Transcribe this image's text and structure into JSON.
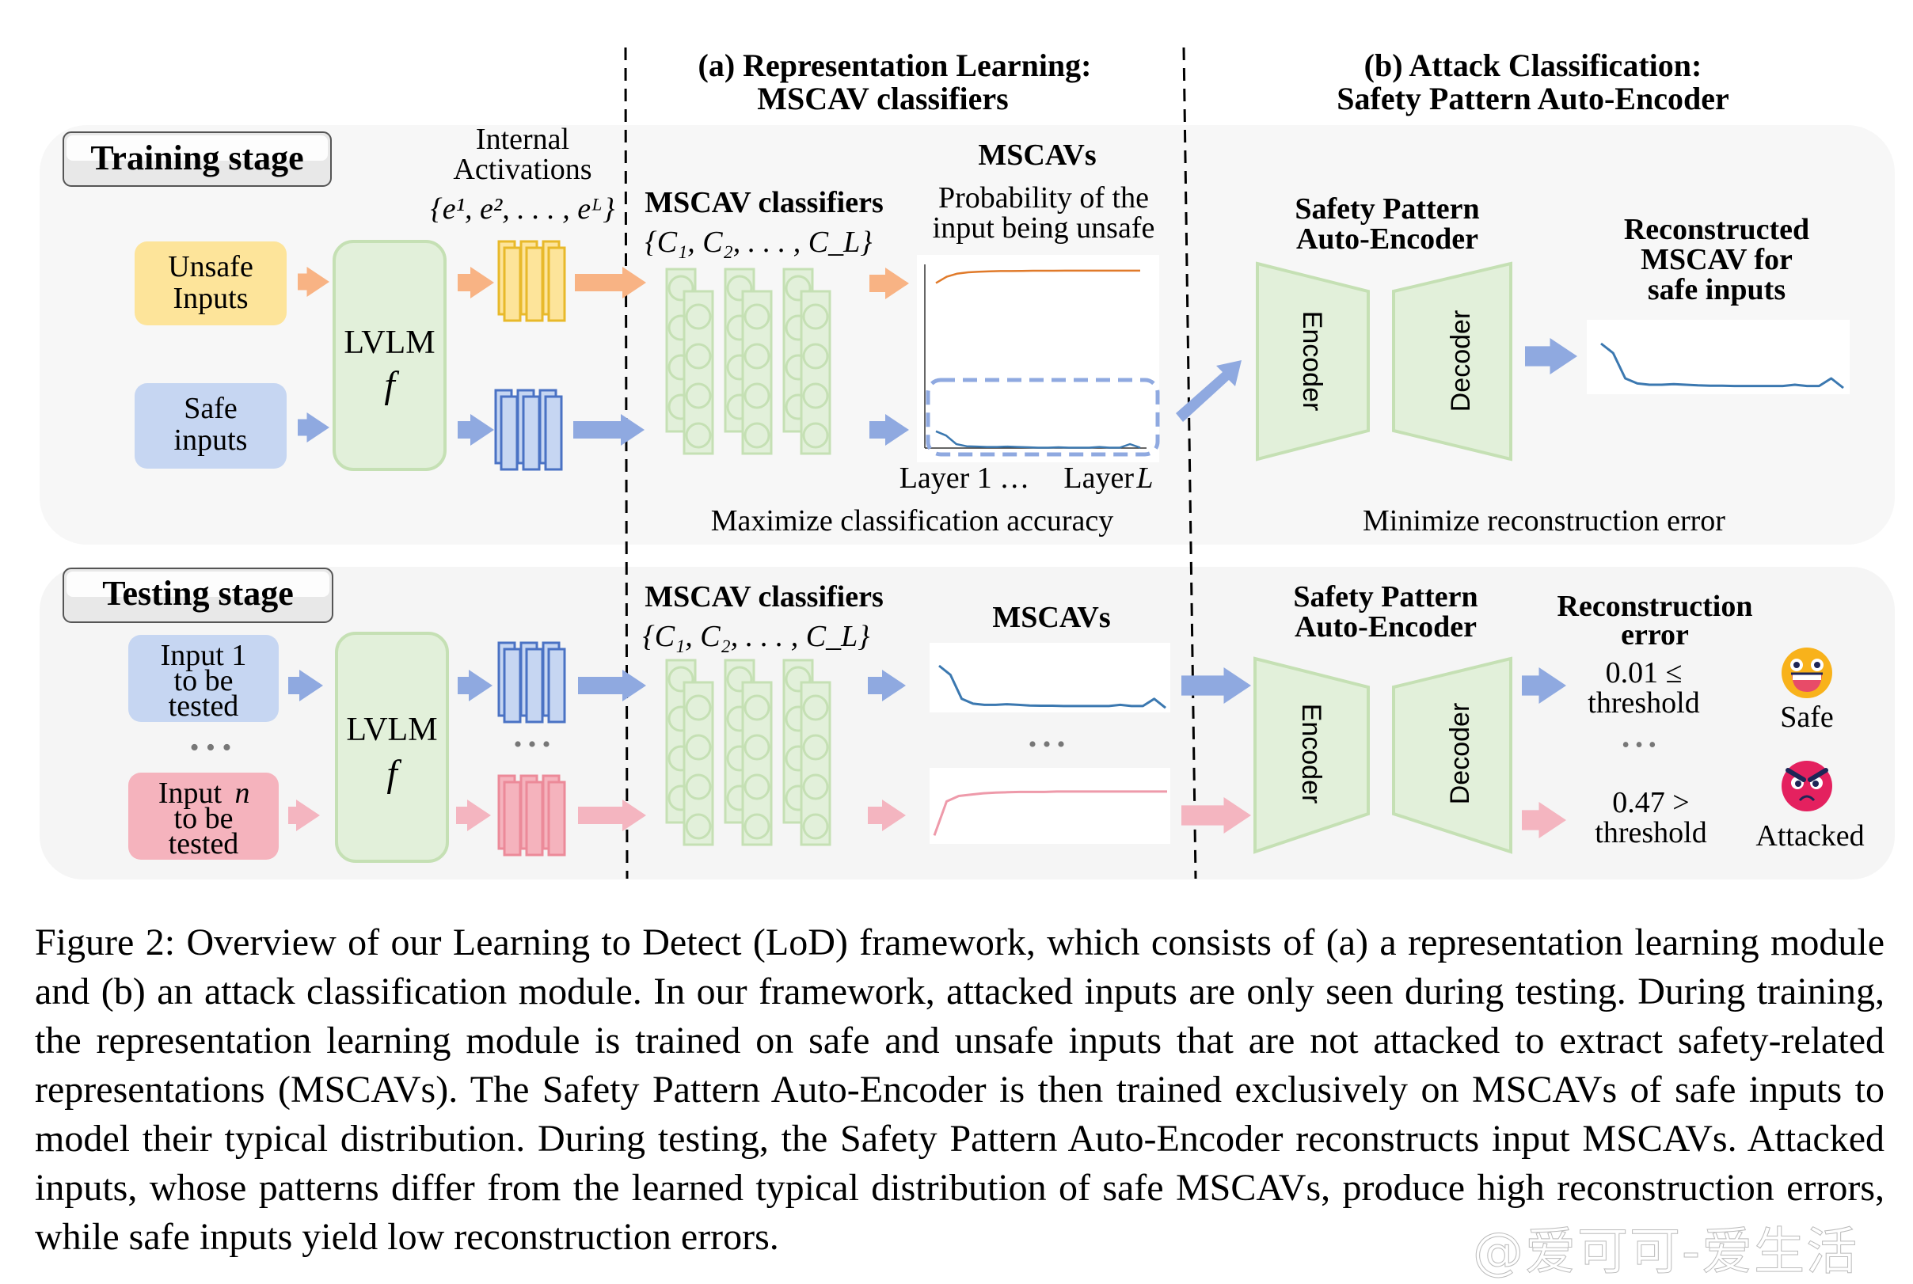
{
  "section_a": {
    "line1": "(a) Representation Learning:",
    "line2": "MSCAV classifiers"
  },
  "section_b": {
    "line1": "(b) Attack Classification:",
    "line2": "Safety Pattern Auto-Encoder"
  },
  "training": {
    "stage_label": "Training stage",
    "internal_activations": {
      "line1": "Internal",
      "line2": "Activations",
      "math": "{e¹, e², . . . , eᴸ}"
    },
    "unsafe_input": {
      "line1": "Unsafe",
      "line2": "Inputs"
    },
    "safe_input": {
      "line1": "Safe",
      "line2": "inputs"
    },
    "lvlm": {
      "label": "LVLM",
      "symbol": "f"
    },
    "classifiers": {
      "title": "MSCAV classifiers",
      "math": "{C₁, C₂, . . . , C_L}"
    },
    "mscavs": {
      "title": "MSCAVs",
      "subtitle1": "Probability of the",
      "subtitle2": "input being unsafe",
      "x_start": "Layer 1 …",
      "x_end": "Layer",
      "x_end_var": "L"
    },
    "objective_a": "Maximize classification accuracy",
    "autoencoder": {
      "line1": "Safety Pattern",
      "line2": "Auto-Encoder",
      "encoder": "Encoder",
      "decoder": "Decoder"
    },
    "reconstructed": {
      "line1": "Reconstructed",
      "line2": "MSCAV for",
      "line3": "safe inputs"
    },
    "objective_b": "Minimize reconstruction error"
  },
  "testing": {
    "stage_label": "Testing stage",
    "input1": {
      "line1": "Input 1",
      "line2": "to be",
      "line3": "tested"
    },
    "inputn": {
      "line1": "Input",
      "var": "n",
      "line2": "to be",
      "line3": "tested"
    },
    "lvlm": {
      "label": "LVLM",
      "symbol": "f"
    },
    "classifiers": {
      "title": "MSCAV classifiers",
      "math": "{C₁, C₂, . . . , C_L}"
    },
    "mscavs": {
      "title": "MSCAVs"
    },
    "autoencoder": {
      "line1": "Safety Pattern",
      "line2": "Auto-Encoder",
      "encoder": "Encoder",
      "decoder": "Decoder"
    },
    "recon_error": {
      "line1": "Reconstruction",
      "line2": "error"
    },
    "result1": {
      "value": "0.01 ≤",
      "label": "threshold",
      "verdict": "Safe",
      "icon": "happy-face-icon"
    },
    "resultn": {
      "value": "0.47 >",
      "label": "threshold",
      "verdict": "Attacked",
      "icon": "angry-face-icon"
    },
    "ellipsis": "• • •"
  },
  "colors": {
    "unsafe": "#fde49a",
    "unsafe_stroke": "#e8b92a",
    "safe": "#c6d6f2",
    "safe_stroke": "#4a72c4",
    "attacked": "#f5b3bd",
    "attacked_stroke": "#ec8a99",
    "green": "#e2f0da",
    "green_stroke": "#c5e0b4",
    "orange_arrow": "#f8b384",
    "blue_arrow": "#8fa9e0",
    "pink_arrow": "#f4b5c0",
    "unsafe_line": "#e07a2a",
    "safe_line": "#3b78b0",
    "attacked_line": "#ee9aaa"
  },
  "chart_data": [
    {
      "type": "line",
      "title": "MSCAV (unsafe input, training)",
      "xlabel": "Layer 1 … Layer L",
      "ylabel": "Probability of the input being unsafe",
      "ylim": [
        0,
        1
      ],
      "values": [
        0.78,
        0.88,
        0.93,
        0.95,
        0.96,
        0.965,
        0.97,
        0.97,
        0.972,
        0.975,
        0.975,
        0.975,
        0.976,
        0.976,
        0.976,
        0.976,
        0.976,
        0.976,
        0.976,
        0.976
      ]
    },
    {
      "type": "line",
      "title": "MSCAV (safe input, training)",
      "ylim": [
        0,
        1
      ],
      "values": [
        0.28,
        0.22,
        0.1,
        0.07,
        0.065,
        0.06,
        0.06,
        0.065,
        0.06,
        0.055,
        0.05,
        0.05,
        0.055,
        0.05,
        0.05,
        0.05,
        0.06,
        0.05,
        0.05,
        0.1,
        0.05
      ]
    },
    {
      "type": "line",
      "title": "Reconstructed MSCAV for safe inputs",
      "ylim": [
        0,
        1
      ],
      "values": [
        0.75,
        0.6,
        0.2,
        0.12,
        0.1,
        0.1,
        0.11,
        0.1,
        0.09,
        0.085,
        0.085,
        0.08,
        0.08,
        0.08,
        0.08,
        0.08,
        0.1,
        0.08,
        0.08,
        0.2,
        0.05
      ]
    },
    {
      "type": "line",
      "title": "MSCAV (input 1, testing)",
      "ylim": [
        0,
        1
      ],
      "values": [
        0.75,
        0.6,
        0.2,
        0.12,
        0.1,
        0.1,
        0.11,
        0.1,
        0.09,
        0.085,
        0.085,
        0.08,
        0.08,
        0.08,
        0.08,
        0.08,
        0.1,
        0.08,
        0.08,
        0.2,
        0.05
      ]
    },
    {
      "type": "line",
      "title": "MSCAV (input n, testing)",
      "ylim": [
        0,
        1
      ],
      "values": [
        0.1,
        0.6,
        0.68,
        0.7,
        0.72,
        0.73,
        0.735,
        0.74,
        0.74,
        0.74,
        0.745,
        0.745,
        0.745,
        0.745,
        0.745,
        0.745,
        0.745,
        0.745,
        0.745,
        0.745
      ]
    }
  ],
  "caption": {
    "label": "Figure 2:",
    "text": "Overview of our Learning to Detect (LoD) framework, which consists of (a) a representation learning module and (b) an attack classification module. In our framework, attacked inputs are only seen during testing. During training, the representation learning module is trained on safe and unsafe inputs that are not attacked to extract safety-related representations (MSCAVs). The Safety Pattern Auto-Encoder is then trained exclusively on MSCAVs of safe inputs to model their typical distribution. During testing, the Safety Pattern Auto-Encoder reconstructs input MSCAVs. Attacked inputs, whose patterns differ from the learned typical distribution of safe MSCAVs, produce high reconstruction errors, while safe inputs yield low reconstruction errors."
  },
  "watermark": "@爱可可-爱生活"
}
